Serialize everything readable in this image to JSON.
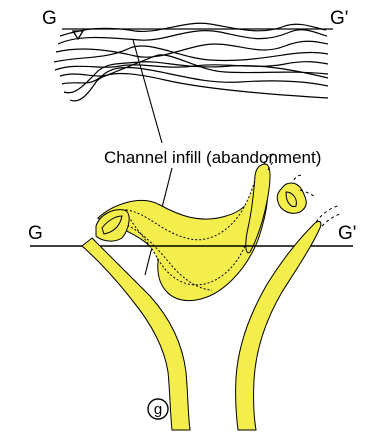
{
  "cross_section": {
    "left_label": "G",
    "right_label": "G'"
  },
  "plan_view": {
    "left_label": "G",
    "right_label": "G'",
    "annotation": "Channel infill (abandonment)",
    "panel_label": "g"
  },
  "colors": {
    "channel_fill": "#f3ee4c",
    "outline": "#000000",
    "background": "#ffffff"
  }
}
